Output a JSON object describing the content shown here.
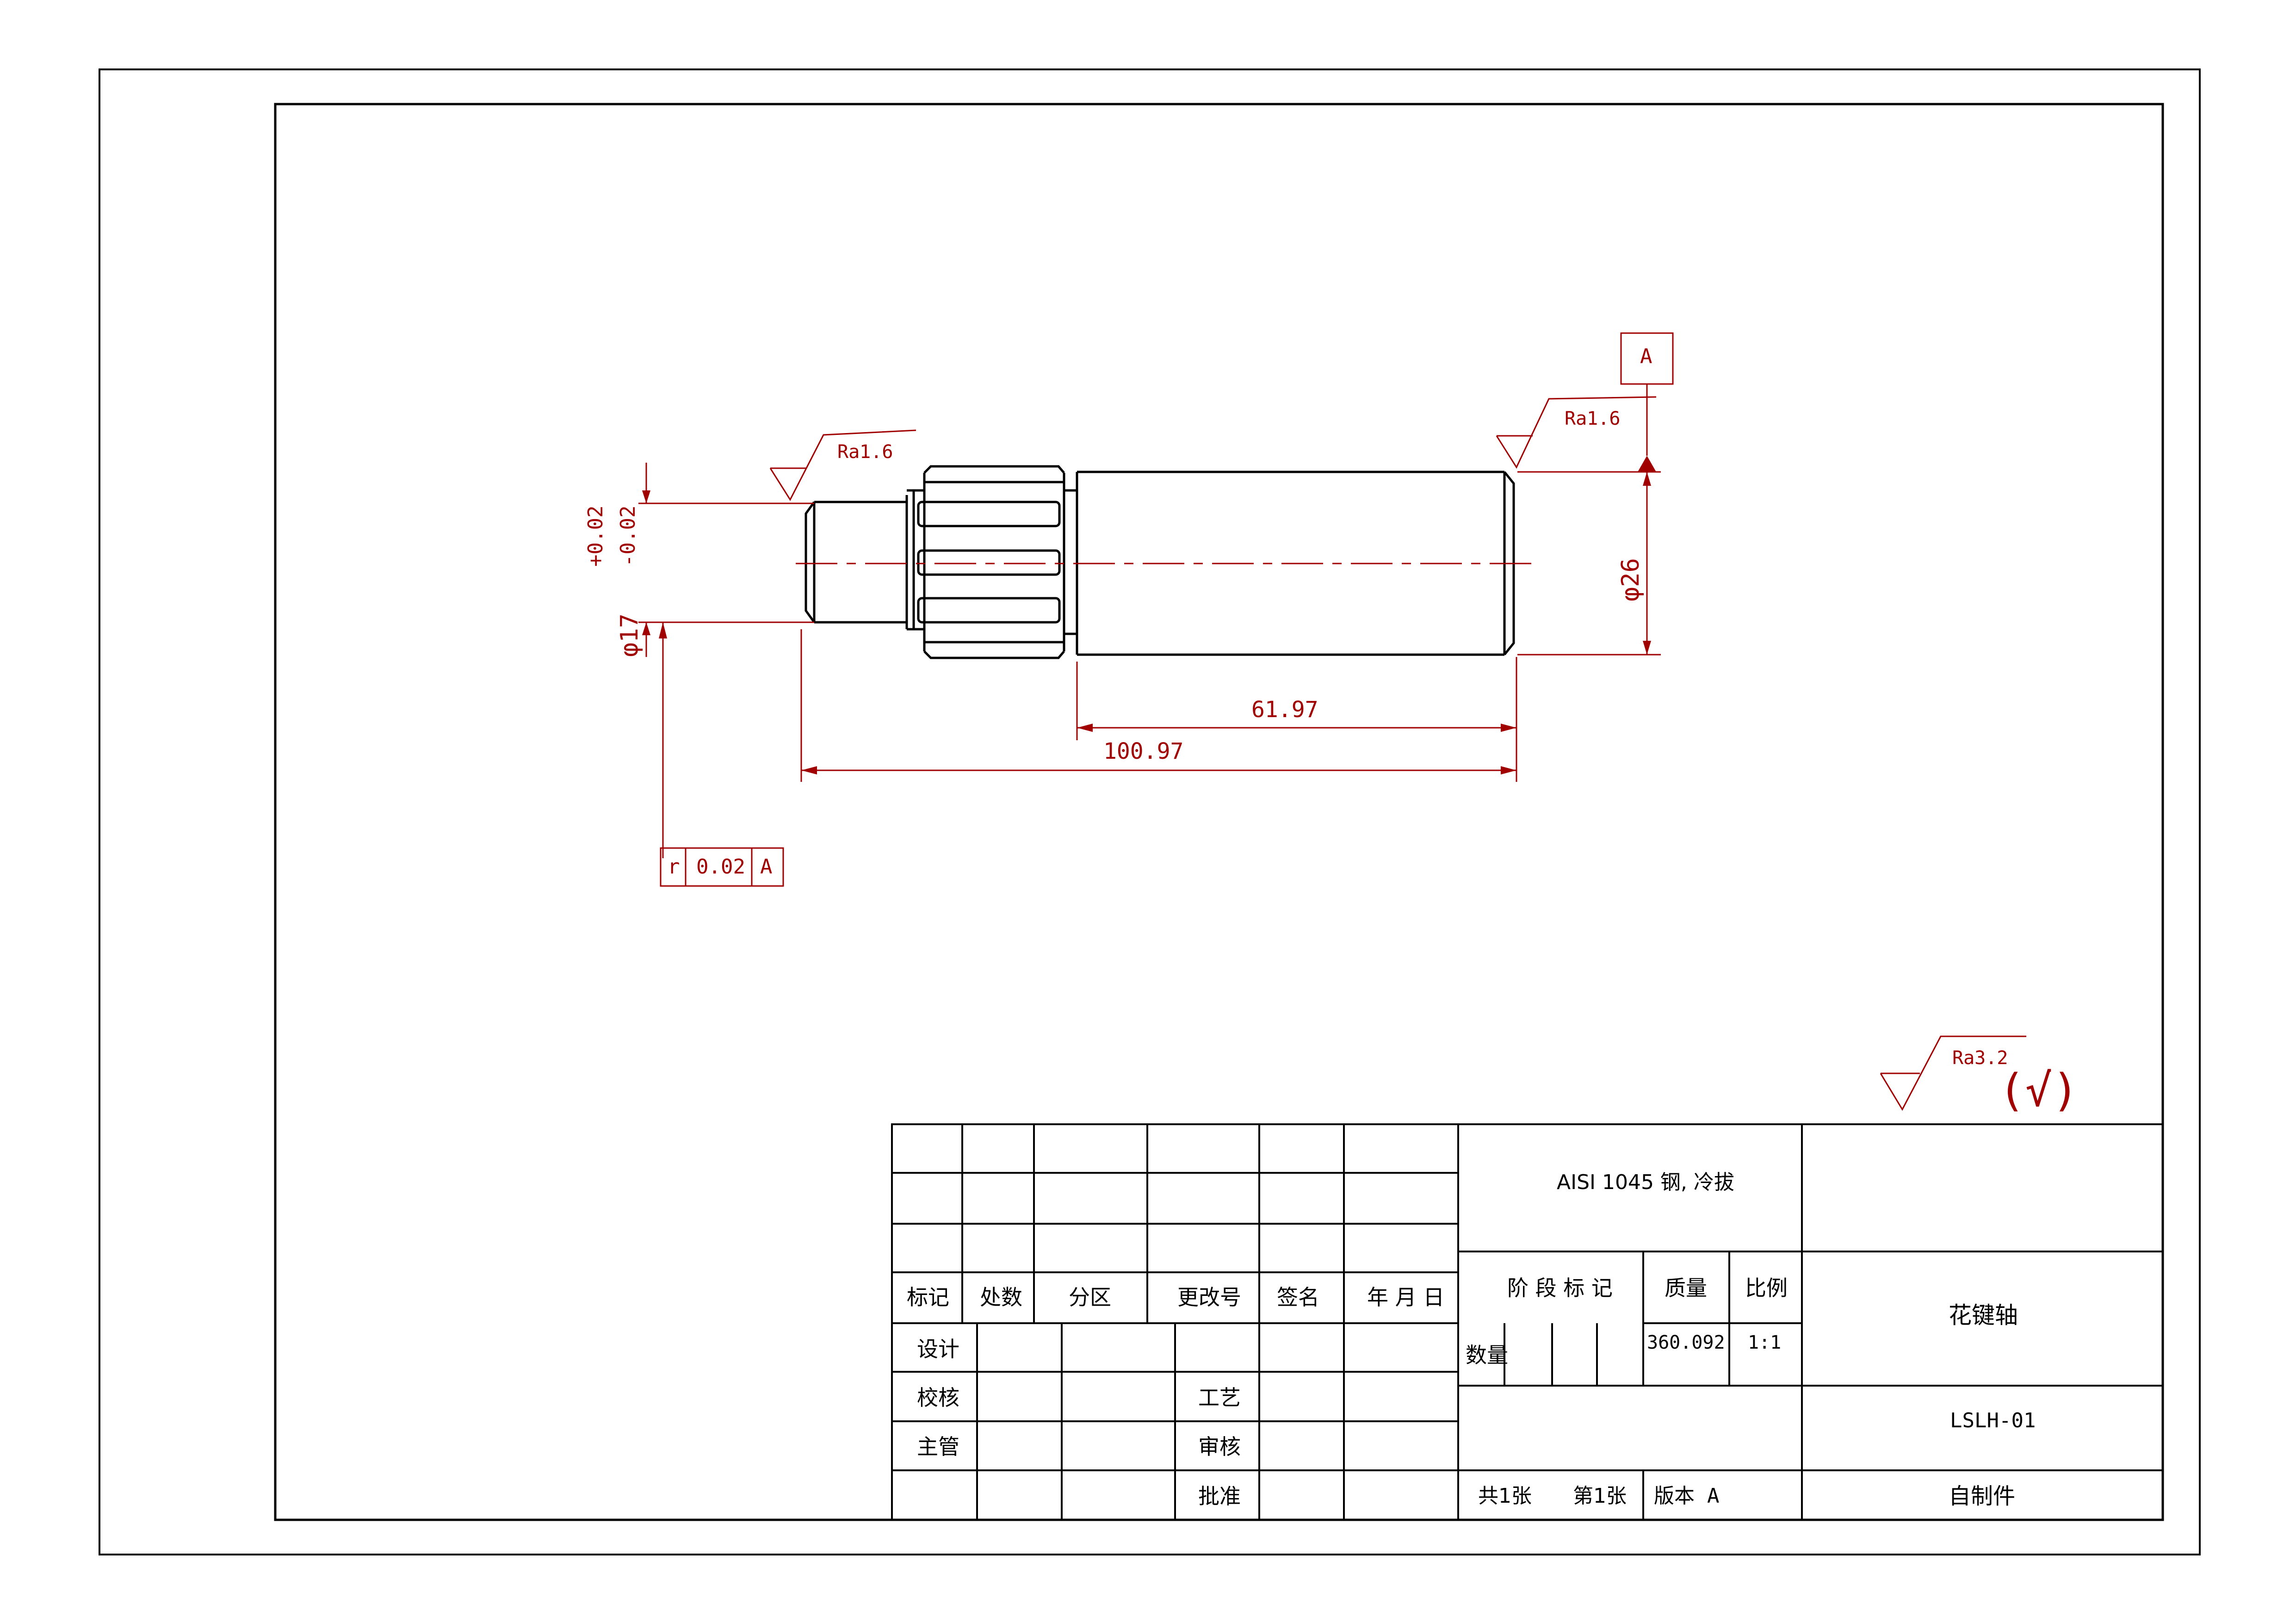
{
  "colors": {
    "outline": "#000000",
    "annotation": "#a00000"
  },
  "drawing": {
    "roughness_left": "Ra1.6",
    "roughness_right": "Ra1.6",
    "roughness_general": "Ra3.2",
    "roughness_general_suffix": "(√)",
    "datum_label": "A",
    "dim_left_diameter": "φ17",
    "dim_left_tol_upper": "+0.02",
    "dim_left_tol_lower": "-0.02",
    "dim_right_diameter": "φ26",
    "dim_length_short": "61.97",
    "dim_length_total": "100.97",
    "fcf_symbol": "r",
    "fcf_tolerance": "0.02",
    "fcf_datum": "A"
  },
  "title_block": {
    "material": "AISI 1045 钢, 冷拔",
    "headers": [
      "标记",
      "处数",
      "分区",
      "更改号",
      "签名",
      "年 月 日"
    ],
    "roles_left": [
      "设计",
      "校核",
      "主管"
    ],
    "roles_mid": [
      "工艺",
      "审核",
      "批准"
    ],
    "stage_mark": "阶 段 标 记",
    "mass_label": "质量",
    "scale_label": "比例",
    "quantity_label": "数量",
    "mass_value": "360.092",
    "scale_value": "1:1",
    "part_name": "花键轴",
    "drawing_number": "LSLH-01",
    "sheets_total": "共1张",
    "sheet_no": "第1张",
    "version_label": "版本",
    "version_value": "A",
    "source": "自制件"
  }
}
